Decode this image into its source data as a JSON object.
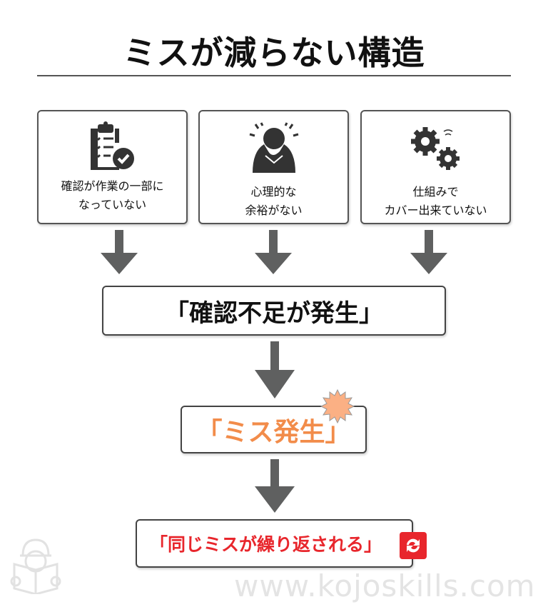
{
  "title": "ミスが減らない構造",
  "causes": [
    {
      "icon": "clipboard-check-icon",
      "line1": "確認が作業の一部に",
      "line2": "なっていない"
    },
    {
      "icon": "stressed-person-icon",
      "line1": "心理的な",
      "line2": "余裕がない"
    },
    {
      "icon": "gears-icon",
      "line1": "仕組みで",
      "line2": "カバー出来ていない"
    }
  ],
  "step1": "「確認不足が発生」",
  "step2": "「ミス発生」",
  "step3": "「同じミスが繰り返される」",
  "colors": {
    "orange": "#f28c4a",
    "red": "#e8262c",
    "burst": "#fbb084",
    "arrow": "#5f6060"
  },
  "watermark": "www.kojoskills.com"
}
